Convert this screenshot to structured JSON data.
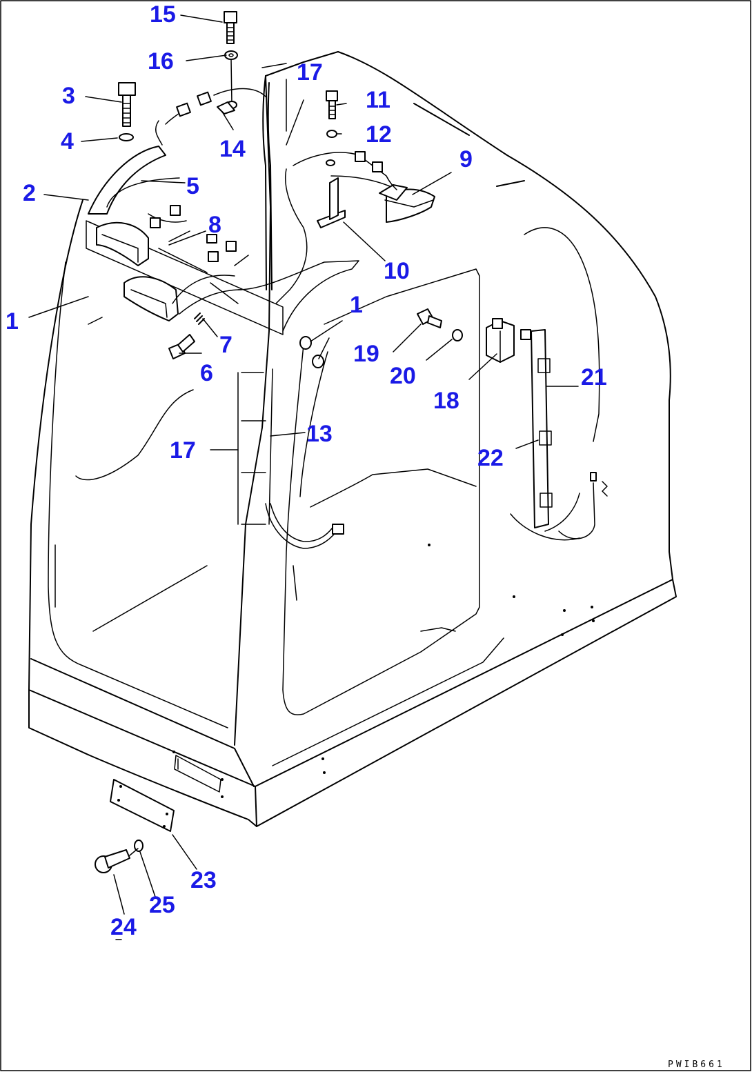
{
  "callouts": [
    {
      "text": "15"
    },
    {
      "text": "16"
    },
    {
      "text": "17"
    },
    {
      "text": "3"
    },
    {
      "text": "11"
    },
    {
      "text": "4"
    },
    {
      "text": "12"
    },
    {
      "text": "14"
    },
    {
      "text": "9"
    },
    {
      "text": "2"
    },
    {
      "text": "5"
    },
    {
      "text": "8"
    },
    {
      "text": "10"
    },
    {
      "text": "1"
    },
    {
      "text": "1"
    },
    {
      "text": "19"
    },
    {
      "text": "7"
    },
    {
      "text": "6"
    },
    {
      "text": "20"
    },
    {
      "text": "21"
    },
    {
      "text": "18"
    },
    {
      "text": "13"
    },
    {
      "text": "17"
    },
    {
      "text": "22"
    },
    {
      "text": "23"
    },
    {
      "text": "25"
    },
    {
      "text": "24"
    }
  ],
  "drawing_code": "PWIB661",
  "colors": {
    "callout": "#1a1ae6",
    "line": "#000000",
    "background": "#ffffff"
  }
}
